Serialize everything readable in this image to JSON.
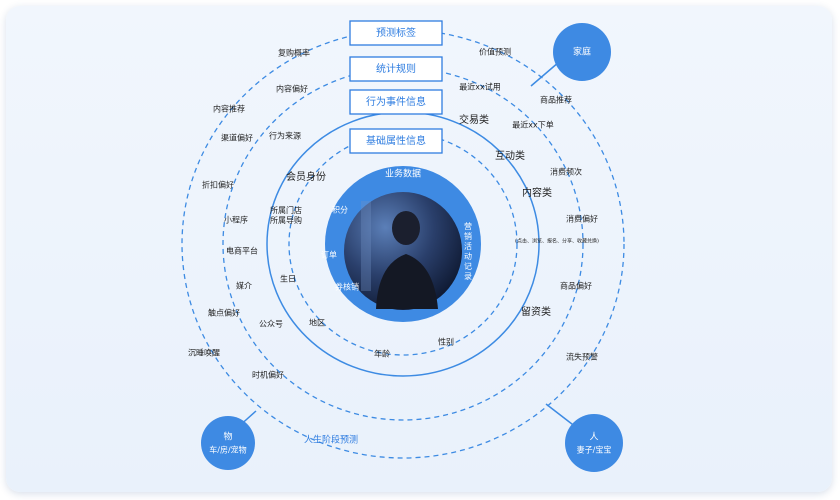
{
  "colors": {
    "accent": "#2f7de0",
    "ring": "#3d8be3",
    "background": "#eef4fc"
  },
  "boxes": [
    "预测标签",
    "统计规则",
    "行为事件信息",
    "基础属性信息"
  ],
  "inner_ring": {
    "title": "业务数据",
    "left_items": [
      "积分",
      "订单",
      "券核销"
    ],
    "right_vertical": "营销活动记录"
  },
  "ring1_labels": [
    "会员身份",
    "所属门店\n所属导购",
    "生日",
    "地区",
    "年龄",
    "性别",
    "留资类",
    "内容类",
    "互动类",
    "交易类",
    "(点击、浏览、报名、分享、收藏兑换)"
  ],
  "ring2_labels": [
    "行为来源",
    "小程序",
    "电商平台",
    "媒介",
    "公众号",
    "消费偏好",
    "商品偏好"
  ],
  "ring3_labels": [
    "复购概率",
    "内容偏好",
    "渠道偏好",
    "折扣偏好",
    "触点偏好",
    "时机偏好",
    "最近xx试用",
    "最近xx下单",
    "消费频次",
    "流失预警"
  ],
  "ring4_labels": [
    "价值预测",
    "内容推荐",
    "商品推荐",
    "沉睡唤醒",
    "人生阶段预测"
  ],
  "nodes": {
    "family": {
      "label": "家庭"
    },
    "object": {
      "label": "物",
      "sub": "车/房/宠物"
    },
    "person": {
      "label": "人",
      "sub": "妻子/宝宝"
    }
  }
}
